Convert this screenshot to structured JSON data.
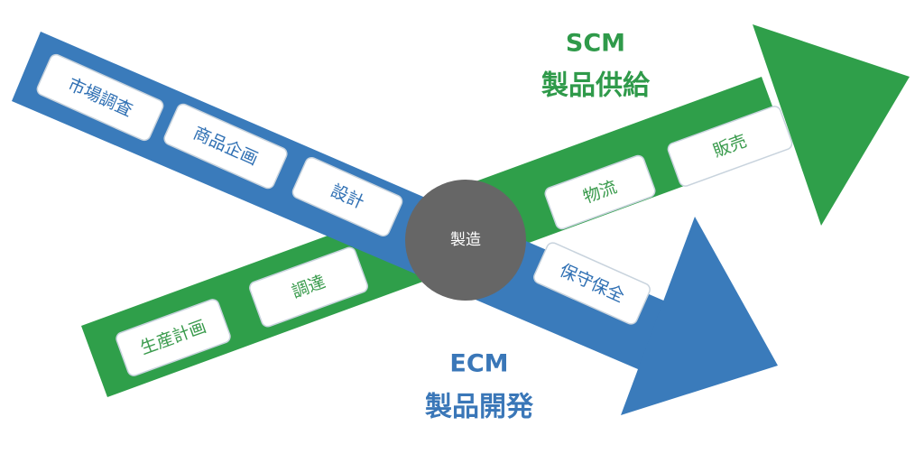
{
  "colors": {
    "ecm_blue": "#3a7bbb",
    "scm_green": "#2f9f4a",
    "center_gray": "#666666",
    "box_white": "#ffffff"
  },
  "scm": {
    "title": "SCM",
    "subtitle": "製品供給",
    "steps": [
      "生産計画",
      "調達",
      "物流",
      "販売"
    ]
  },
  "ecm": {
    "title": "ECM",
    "subtitle": "製品開発",
    "steps": [
      "市場調査",
      "商品企画",
      "設計",
      "保守保全"
    ]
  },
  "center": {
    "label": "製造"
  }
}
